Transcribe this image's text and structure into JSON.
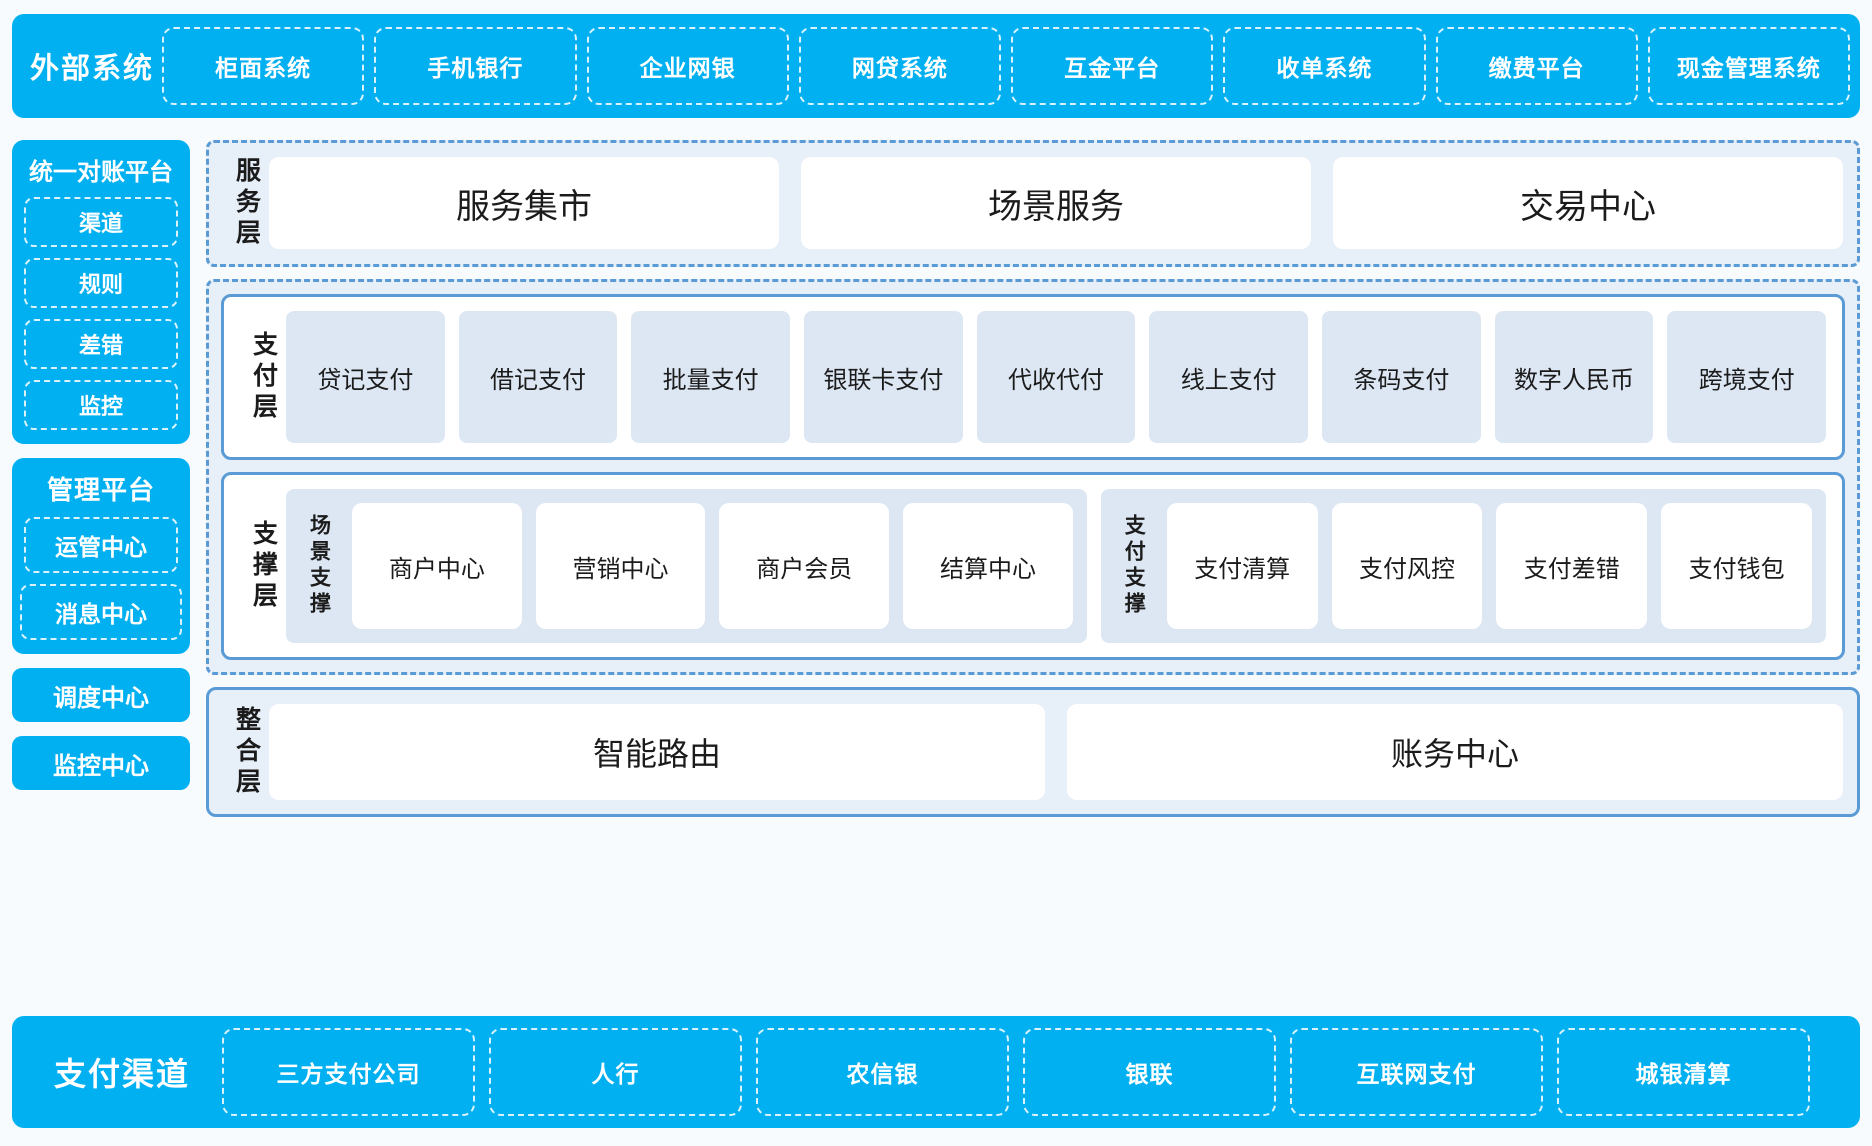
{
  "external_systems": {
    "title": "外部系统",
    "items": [
      "柜面系统",
      "手机银行",
      "企业网银",
      "网贷系统",
      "互金平台",
      "收单系统",
      "缴费平台",
      "现金管理系统"
    ]
  },
  "sidebar": {
    "reconcile_platform": {
      "title": "统一对账平台",
      "items": [
        "渠道",
        "规则",
        "差错",
        "监控"
      ]
    },
    "manage_platform": {
      "title": "管理平台",
      "items": [
        "运管中心",
        "消息中心"
      ]
    },
    "standalone": [
      "调度中心",
      "监控中心"
    ]
  },
  "service_layer": {
    "label": "服务层",
    "items": [
      "服务集市",
      "场景服务",
      "交易中心"
    ]
  },
  "pay_layer": {
    "label": "支付层",
    "items": [
      "贷记支付",
      "借记支付",
      "批量支付",
      "银联卡支付",
      "代收代付",
      "线上支付",
      "条码支付",
      "数字人民币",
      "跨境支付"
    ]
  },
  "support_layer": {
    "label": "支撑层",
    "scene_support": {
      "label": "场景支撑",
      "items": [
        "商户中心",
        "营销中心",
        "商户会员",
        "结算中心"
      ]
    },
    "pay_support": {
      "label": "支付支撑",
      "items": [
        "支付清算",
        "支付风控",
        "支付差错",
        "支付钱包"
      ]
    }
  },
  "integration_layer": {
    "label": "整合层",
    "items": [
      "智能路由",
      "账务中心"
    ]
  },
  "payment_channels": {
    "title": "支付渠道",
    "items": [
      "三方支付公司",
      "人行",
      "农信银",
      "银联",
      "互联网支付",
      "城银清算"
    ]
  },
  "colors": {
    "brand_cyan": "#00b0f0",
    "panel_blue": "#5b9bd5",
    "panel_fill": "#e7eff9",
    "card_fill": "#dde7f3",
    "page_bg": "#f7fbfd"
  }
}
